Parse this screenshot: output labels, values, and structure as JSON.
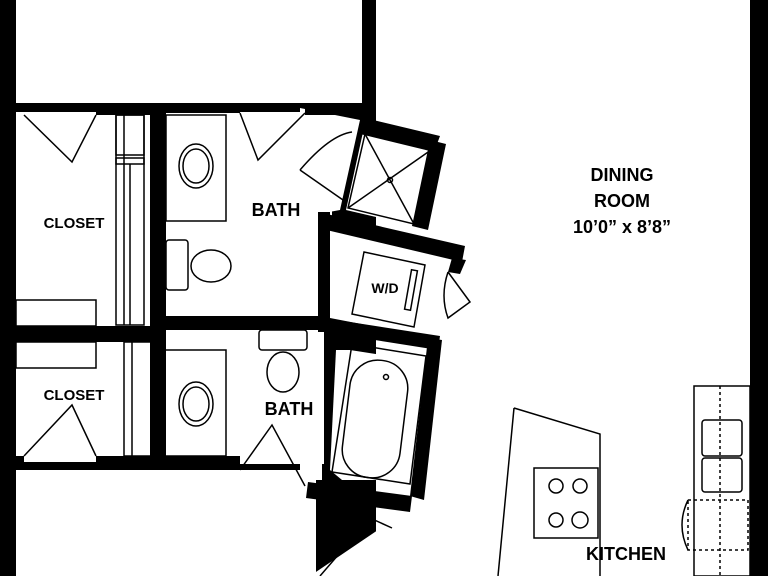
{
  "rooms": {
    "closet_top": "CLOSET",
    "closet_bottom": "CLOSET",
    "bath_top": "BATH",
    "bath_bottom": "BATH",
    "laundry": "W/D",
    "dining_name_line1": "DINING",
    "dining_name_line2": "ROOM",
    "dining_size": "10’0” x 8’8”",
    "kitchen": "KITCHEN"
  },
  "colors": {
    "wall": "#000000",
    "floor": "#ffffff",
    "line": "#000000",
    "hatch": "#777777"
  }
}
